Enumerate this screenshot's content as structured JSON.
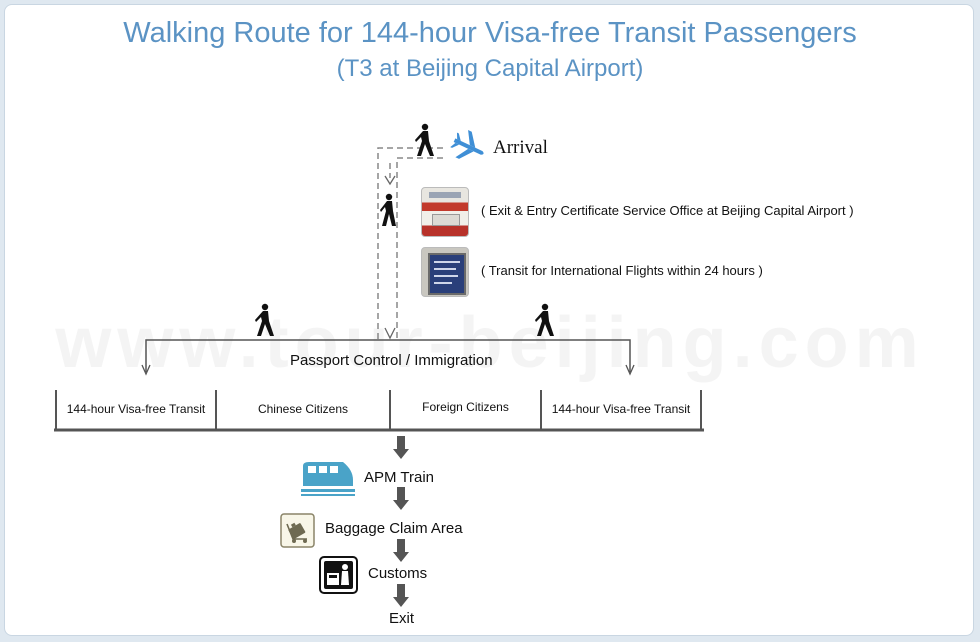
{
  "title": {
    "main": "Walking Route for 144-hour Visa-free Transit Passengers",
    "sub": "(T3 at Beijing Capital Airport)"
  },
  "labels": {
    "arrival": "Arrival",
    "office": "( Exit & Entry Certificate Service Office at Beijing Capital Airport )",
    "transit": "( Transit for International Flights within 24 hours )",
    "passport": "Passport Control / Immigration",
    "apm": "APM Train",
    "baggage": "Baggage Claim Area",
    "customs": "Customs",
    "exit": "Exit"
  },
  "counters": [
    "144-hour Visa-free Transit",
    "Chinese Citizens",
    "Foreign Citizens",
    "144-hour Visa-free Transit"
  ],
  "watermark": "www.tour-beijing.com",
  "colors": {
    "title": "#5b93c4",
    "line": "#555555",
    "dashed": "#888888",
    "plane": "#3f8fd6",
    "train": "#4aa3c8"
  },
  "icons": [
    "walker-icon",
    "airplane-icon",
    "train-icon",
    "baggage-icon",
    "customs-icon",
    "arrow-down-icon"
  ]
}
